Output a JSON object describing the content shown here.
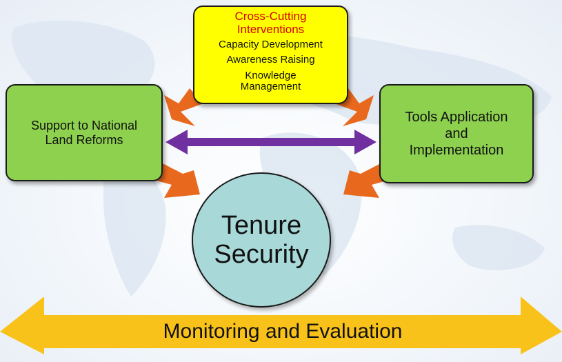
{
  "cross_cutting": {
    "title": "Cross-Cutting\nInterventions",
    "items": [
      "Capacity Development",
      "Awareness Raising",
      "Knowledge\nManagement"
    ]
  },
  "left_box": {
    "label": "Support to National\nLand  Reforms"
  },
  "right_box": {
    "label": "Tools Application\nand\nImplementation"
  },
  "center": {
    "label": "Tenure\nSecurity"
  },
  "bottom_arrow": {
    "label": "Monitoring and Evaluation"
  },
  "colors": {
    "cross_fill": "#ffff00",
    "cross_title": "#d40000",
    "box_fill": "#8dd14f",
    "center_fill": "#a8d8d8",
    "orange_arrow": "#e8691e",
    "purple_arrow": "#7030a0",
    "bottom_arrow": "#f9c21a"
  }
}
